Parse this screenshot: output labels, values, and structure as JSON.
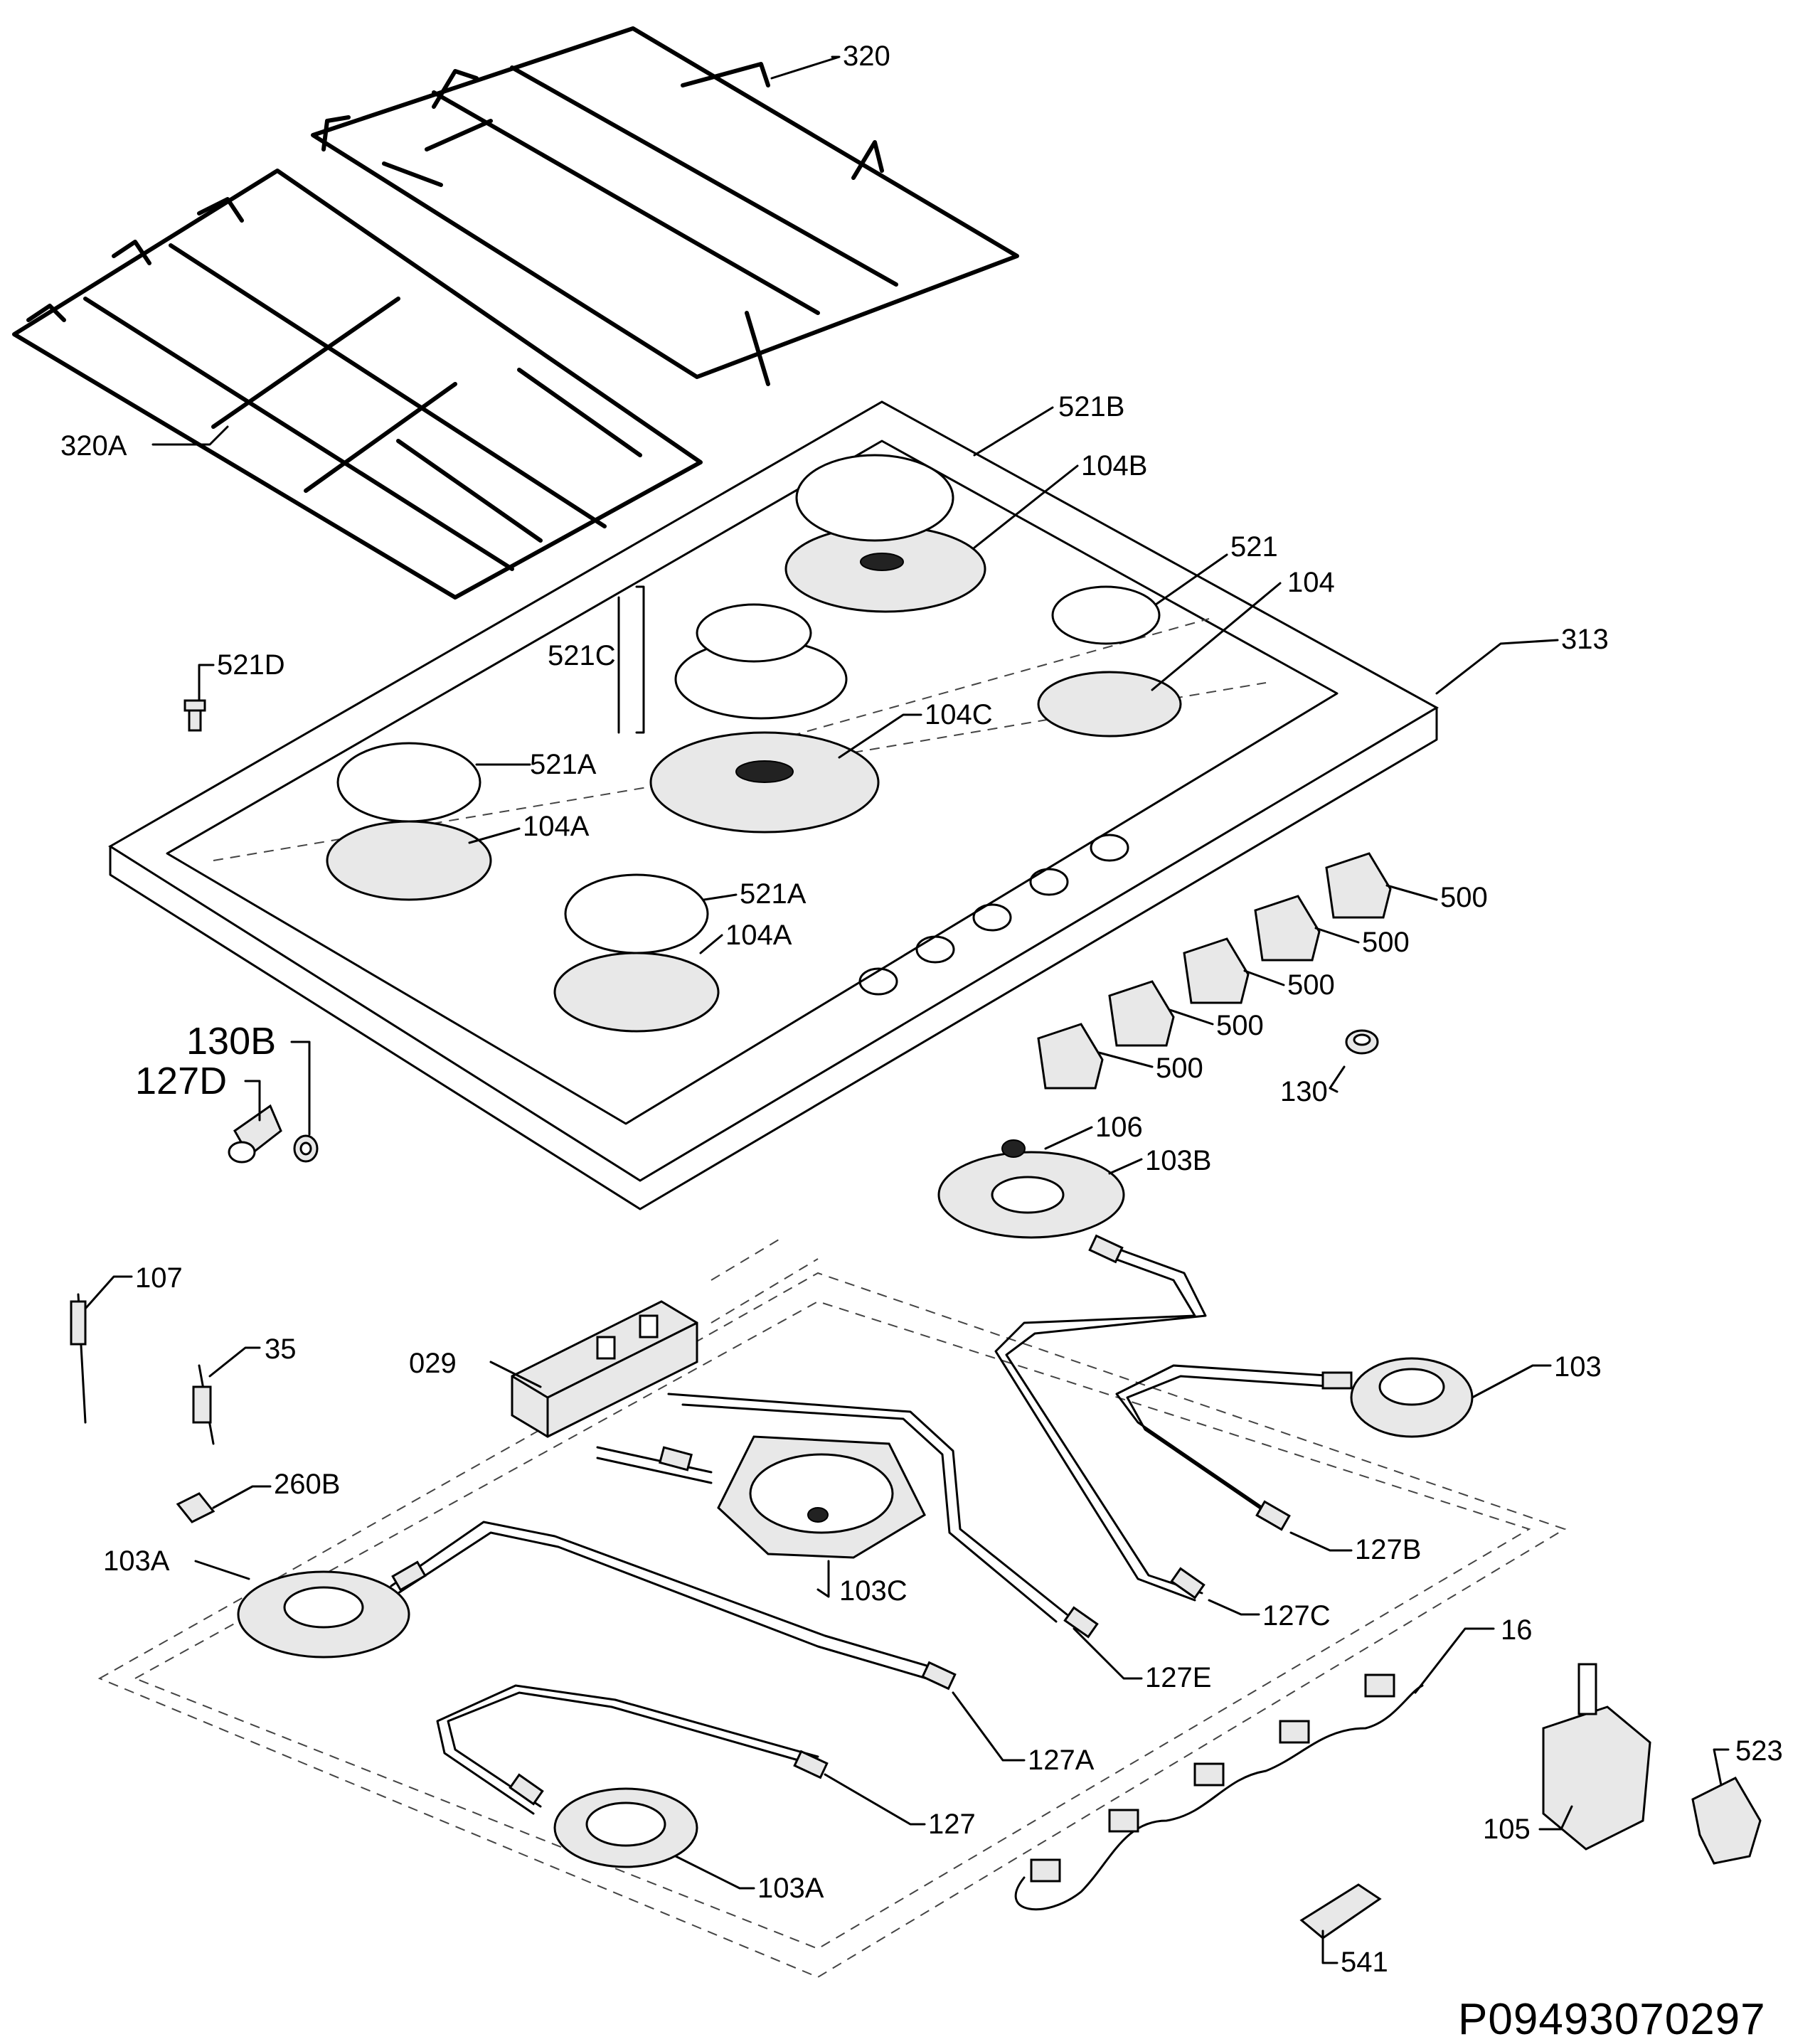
{
  "diagram": {
    "type": "exploded-parts-diagram",
    "drawing_code": "P09493070297",
    "callouts": {
      "c320": "320",
      "c320A": "320A",
      "c521B": "521B",
      "c104B": "104B",
      "c521": "521",
      "c104": "104",
      "c313": "313",
      "c521D": "521D",
      "c521C": "521C",
      "c104C": "104C",
      "c521A_1": "521A",
      "c104A_1": "104A",
      "c521A_2": "521A",
      "c104A_2": "104A",
      "c500_1": "500",
      "c500_2": "500",
      "c500_3": "500",
      "c500_4": "500",
      "c500_5": "500",
      "c130B": "130B",
      "c127D": "127D",
      "c130": "130",
      "c106": "106",
      "c103B": "103B",
      "c107": "107",
      "c35": "35",
      "c029": "029",
      "c103": "103",
      "c260B": "260B",
      "c103A_1": "103A",
      "c103C": "103C",
      "c127B": "127B",
      "c127C": "127C",
      "c127E": "127E",
      "c16": "16",
      "c127A": "127A",
      "c523": "523",
      "c127": "127",
      "c105": "105",
      "c103A_2": "103A",
      "c541": "541"
    }
  }
}
